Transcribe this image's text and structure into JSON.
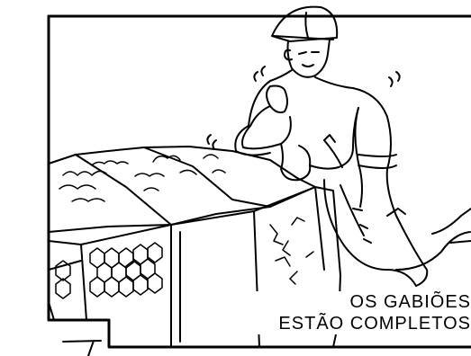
{
  "illustration": {
    "subject": "soldier-kneeling-beside-gabions",
    "caption": {
      "line1": "OS GABIÕES",
      "line2": "ESTÃO COMPLETOS"
    }
  }
}
